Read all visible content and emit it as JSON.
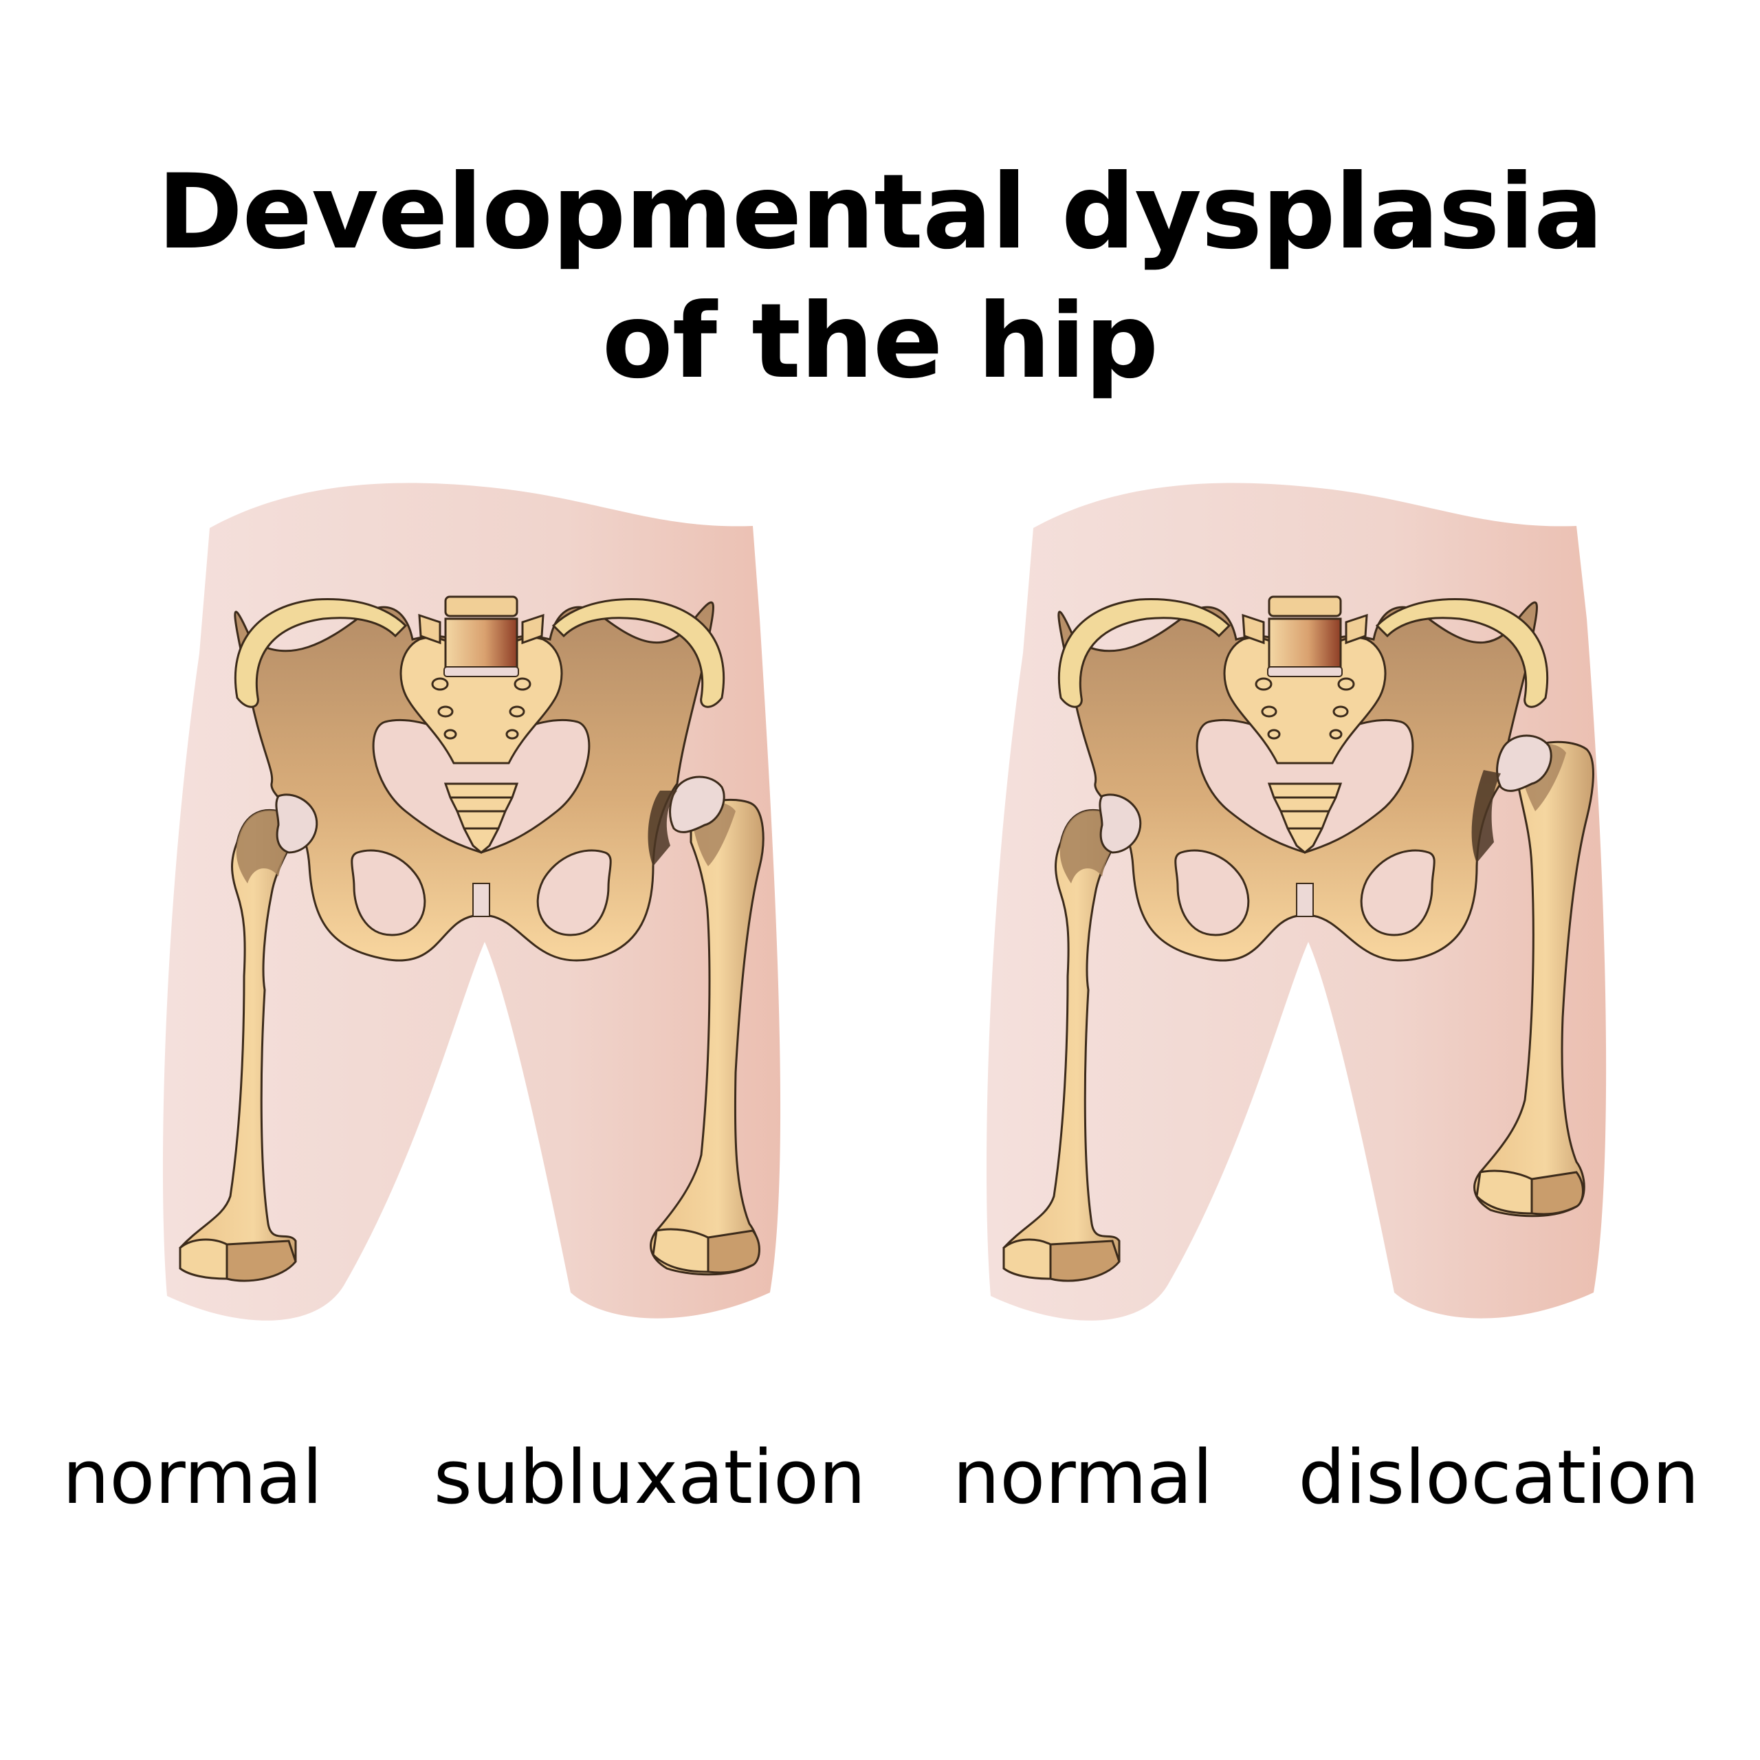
{
  "title": {
    "line1": "Developmental dysplasia",
    "line2": "of the hip"
  },
  "labels": [
    "normal",
    "subluxation",
    "normal",
    "dislocation"
  ],
  "colors": {
    "skin_light": "#f3dcd6",
    "skin_dark": "#ecc3b6",
    "bone_light": "#f1cf96",
    "bone_dark": "#ba9168",
    "crest": "#f2d99a",
    "vertebra_red": "#9b4a32",
    "cartilage": "#ecd9d6",
    "outline": "#3b2a1a"
  }
}
